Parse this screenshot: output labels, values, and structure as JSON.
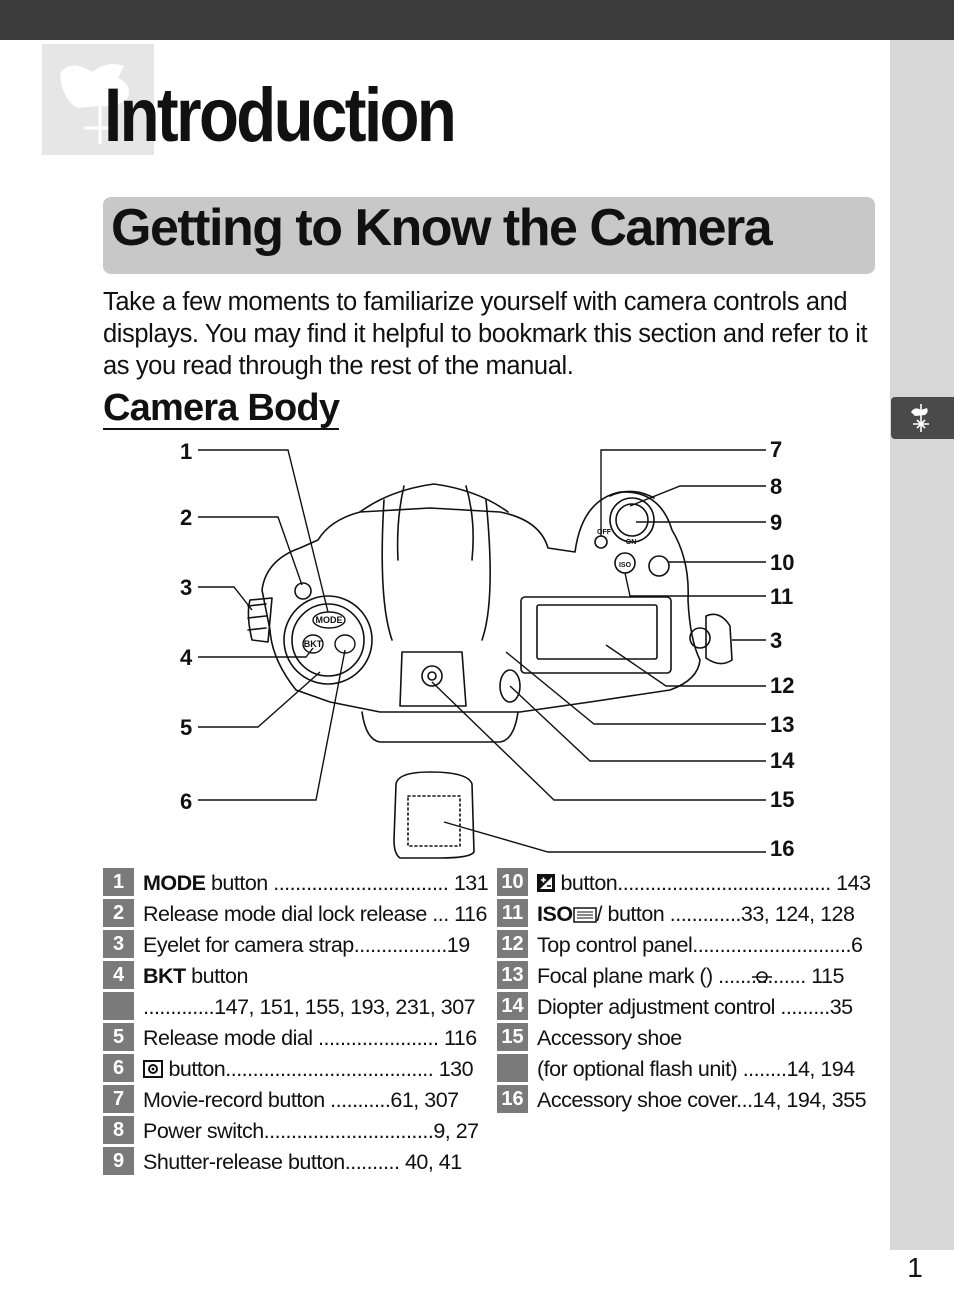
{
  "page": {
    "title": "Introduction",
    "section_title": "Getting to Know the Camera",
    "intro_text": "Take a few moments to familiarize yourself with camera controls and displays.  You may find it helpful to bookmark this section and refer to it as you read through the rest of the manual.",
    "subsection_title": "Camera Body",
    "page_number": "1"
  },
  "diagram": {
    "callouts_left": [
      "1",
      "2",
      "3",
      "4",
      "5",
      "6"
    ],
    "callouts_right": [
      "7",
      "8",
      "9",
      "10",
      "11",
      "3",
      "12",
      "13",
      "14",
      "15",
      "16"
    ],
    "button_labels": {
      "mode": "MODE",
      "bkt": "BKT",
      "iso": "ISO",
      "off": "OFF",
      "on": "ON"
    }
  },
  "legend_left": [
    {
      "num": "1",
      "bold": "MODE",
      "text": " button ................................ 131"
    },
    {
      "num": "2",
      "bold": "",
      "text": "Release mode dial lock release ... 116"
    },
    {
      "num": "3",
      "bold": "",
      "text": "Eyelet for camera strap.................19"
    },
    {
      "num": "4",
      "bold": "BKT",
      "text": " button"
    },
    {
      "num": "",
      "bold": "",
      "text": ".............147, 151, 155, 193, 231, 307"
    },
    {
      "num": "5",
      "bold": "",
      "text": "Release mode dial ...................... 116"
    },
    {
      "num": "6",
      "bold": "",
      "text": " button...................................... 130"
    },
    {
      "num": "7",
      "bold": "",
      "text": "Movie-record button ...........61, 307"
    },
    {
      "num": "8",
      "bold": "",
      "text": "Power switch...............................9, 27"
    },
    {
      "num": "9",
      "bold": "",
      "text": "Shutter-release button.......... 40, 41"
    }
  ],
  "legend_right": [
    {
      "num": "10",
      "bold": "",
      "text": " button....................................... 143"
    },
    {
      "num": "11",
      "bold": "ISO",
      "text": "/ button .............33, 124, 128"
    },
    {
      "num": "12",
      "bold": "",
      "text": "Top control panel.............................6"
    },
    {
      "num": "13",
      "bold": "",
      "text": "Focal plane mark () ................ 115"
    },
    {
      "num": "14",
      "bold": "",
      "text": "Diopter adjustment control .........35"
    },
    {
      "num": "15",
      "bold": "",
      "text": "Accessory shoe"
    },
    {
      "num": "",
      "bold": "",
      "text": "(for optional flash unit) ........14, 194"
    },
    {
      "num": "16",
      "bold": "",
      "text": "Accessory shoe cover...14, 194, 355"
    }
  ],
  "icons": [
    "weathervane-icon",
    "metering-icon",
    "exposure-compensation-icon",
    "format-icon",
    "focal-plane-icon"
  ],
  "colors": {
    "top_bar": "#3c3c3c",
    "side_bar": "#d7d7d7",
    "section_bar": "#c8c8c8",
    "number_box": "#7a7a7a"
  }
}
